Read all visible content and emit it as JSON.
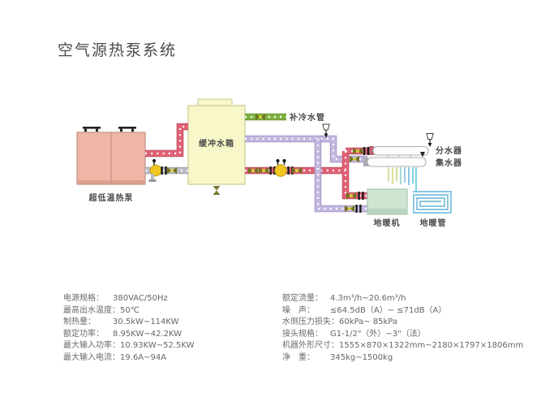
{
  "page": {
    "title": "空气源热泵系统"
  },
  "diagram": {
    "labels": {
      "heat_pump": "超低温热泵",
      "buffer_tank": "缓冲水箱",
      "makeup_pipe": "补冷水管",
      "distributor": "分水器",
      "collector": "集水器",
      "floor_heater": "地暖机",
      "floor_coil": "地暖管"
    },
    "colors": {
      "hot_pipe": "#e06175",
      "hot_pipe_dark": "#c04f62",
      "return_pipe": "#b9bcc4",
      "return_pipe_dark": "#9fa2ac",
      "makeup_pipe": "#7fb141",
      "makeup_pipe_dark": "#699634",
      "chilled_pipe": "#c3b7dd",
      "chilled_pipe_dark": "#a androgyny99c9",
      "chilled_dark": "#a698c8",
      "pump_yellow": "#f0c722",
      "valve_olive": "#72721f",
      "heatpump_body": "#f0b5a6",
      "heatpump_border": "#c29383",
      "tank_body": "#f7f7c9",
      "tank_border": "#cbcb94",
      "heater_body": "#cfe6d3",
      "heater_border": "#a3c2aa",
      "coil_blue": "#79bedb",
      "vessel_border": "#b0b0b0"
    }
  },
  "specs": {
    "left": [
      {
        "label": "电源规格：",
        "value": "380VAC/50Hz"
      },
      {
        "label": "最高出水温度：",
        "value": "50℃"
      },
      {
        "label": "制热量：",
        "value": "30.5kW~114KW"
      },
      {
        "label": "额定功率：",
        "value": "8.95KW~42.2KW"
      },
      {
        "label": "最大输入功率：",
        "value": "10.93KW~52.5KW"
      },
      {
        "label": "最大输入电流：",
        "value": "19.6A~94A"
      }
    ],
    "right": [
      {
        "label": "额定流量：",
        "value": "4.3m³/h~20.6m³/h"
      },
      {
        "label": "噪　声：",
        "value": "≤64.5dB（A）~ ≤71dB（A）"
      },
      {
        "label": "水侧压力损失：",
        "value": "60kPa~ 85kPa"
      },
      {
        "label": "接头规格：",
        "value": "G1-1/2\"（外）~3\"（法）"
      },
      {
        "label": "机器外形尺寸：",
        "value": "1555×870×1322mm~2180×1797×1806mm"
      },
      {
        "label": "净　重：",
        "value": "345kg~1500kg"
      }
    ]
  }
}
